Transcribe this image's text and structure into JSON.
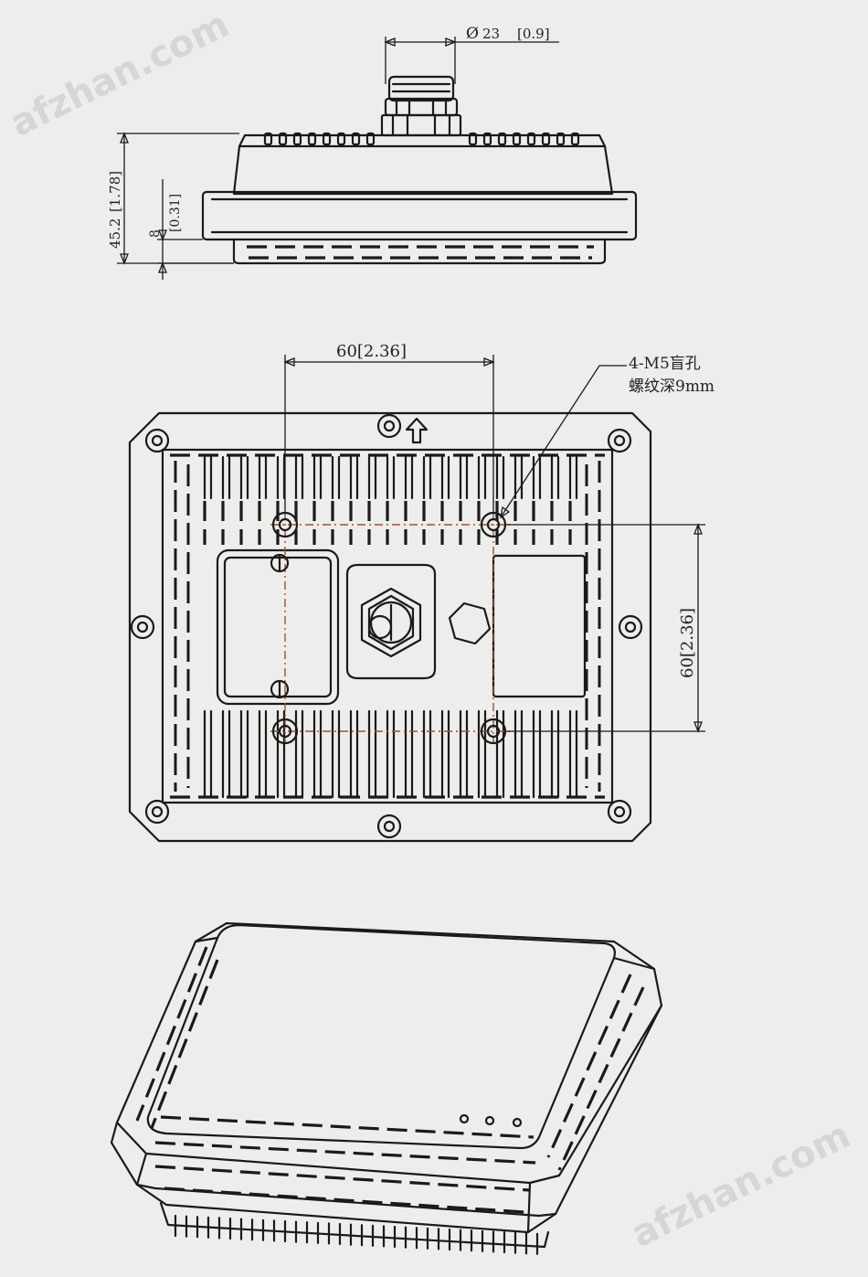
{
  "watermark": "afzhan.com",
  "side_view": {
    "diameter_symbol": "Ø",
    "diameter_value": "23",
    "diameter_inch": "[0.9]",
    "height_value": "45.2",
    "height_inch": "[1.78]",
    "flange_value": "8",
    "flange_inch": "[0.31]"
  },
  "bottom_view": {
    "hole_spacing_h": "60[2.36]",
    "hole_spacing_v": "60[2.36]",
    "hole_note_line1": "4-M5盲孔",
    "hole_note_line2": "螺纹深9mm"
  },
  "colors": {
    "background": "#ededeb",
    "line": "#1a1a1a",
    "centerline": "#a0522d"
  }
}
